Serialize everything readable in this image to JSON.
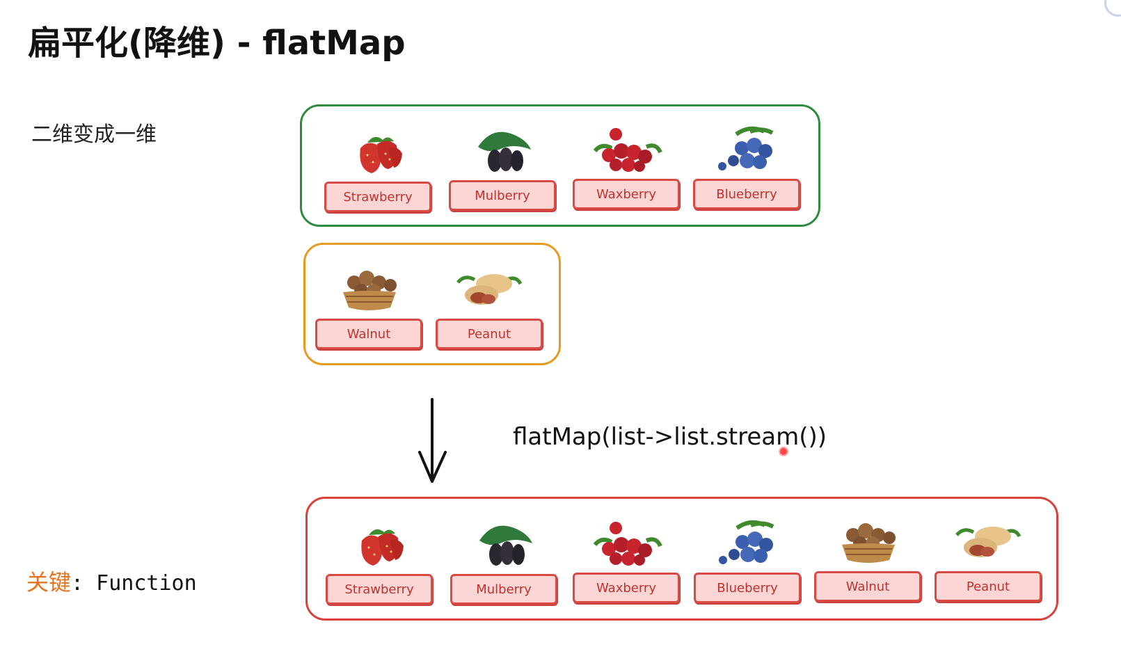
{
  "title": "扁平化(降维) - flatMap",
  "subtitle": "二维变成一维",
  "groups": {
    "berries": {
      "items": [
        {
          "label": "Strawberry",
          "icon": "strawberry-icon"
        },
        {
          "label": "Mulberry",
          "icon": "mulberry-icon"
        },
        {
          "label": "Waxberry",
          "icon": "waxberry-icon"
        },
        {
          "label": "Blueberry",
          "icon": "blueberry-icon"
        }
      ]
    },
    "nuts": {
      "items": [
        {
          "label": "Walnut",
          "icon": "walnut-icon"
        },
        {
          "label": "Peanut",
          "icon": "peanut-icon"
        }
      ]
    },
    "result": {
      "items": [
        {
          "label": "Strawberry",
          "icon": "strawberry-icon"
        },
        {
          "label": "Mulberry",
          "icon": "mulberry-icon"
        },
        {
          "label": "Waxberry",
          "icon": "waxberry-icon"
        },
        {
          "label": "Blueberry",
          "icon": "blueberry-icon"
        },
        {
          "label": "Walnut",
          "icon": "walnut-icon"
        },
        {
          "label": "Peanut",
          "icon": "peanut-icon"
        }
      ]
    }
  },
  "formula": "flatMap(list->list.stream())",
  "key": {
    "label": "关键",
    "colon": ": ",
    "value": "Function"
  },
  "colors": {
    "group_berries": "#2e8b3e",
    "group_nuts": "#e89a1e",
    "group_result": "#d9413a",
    "tag_fill": "#fbd6d4",
    "tag_text": "#c0322e",
    "key_label": "#e8731f"
  }
}
